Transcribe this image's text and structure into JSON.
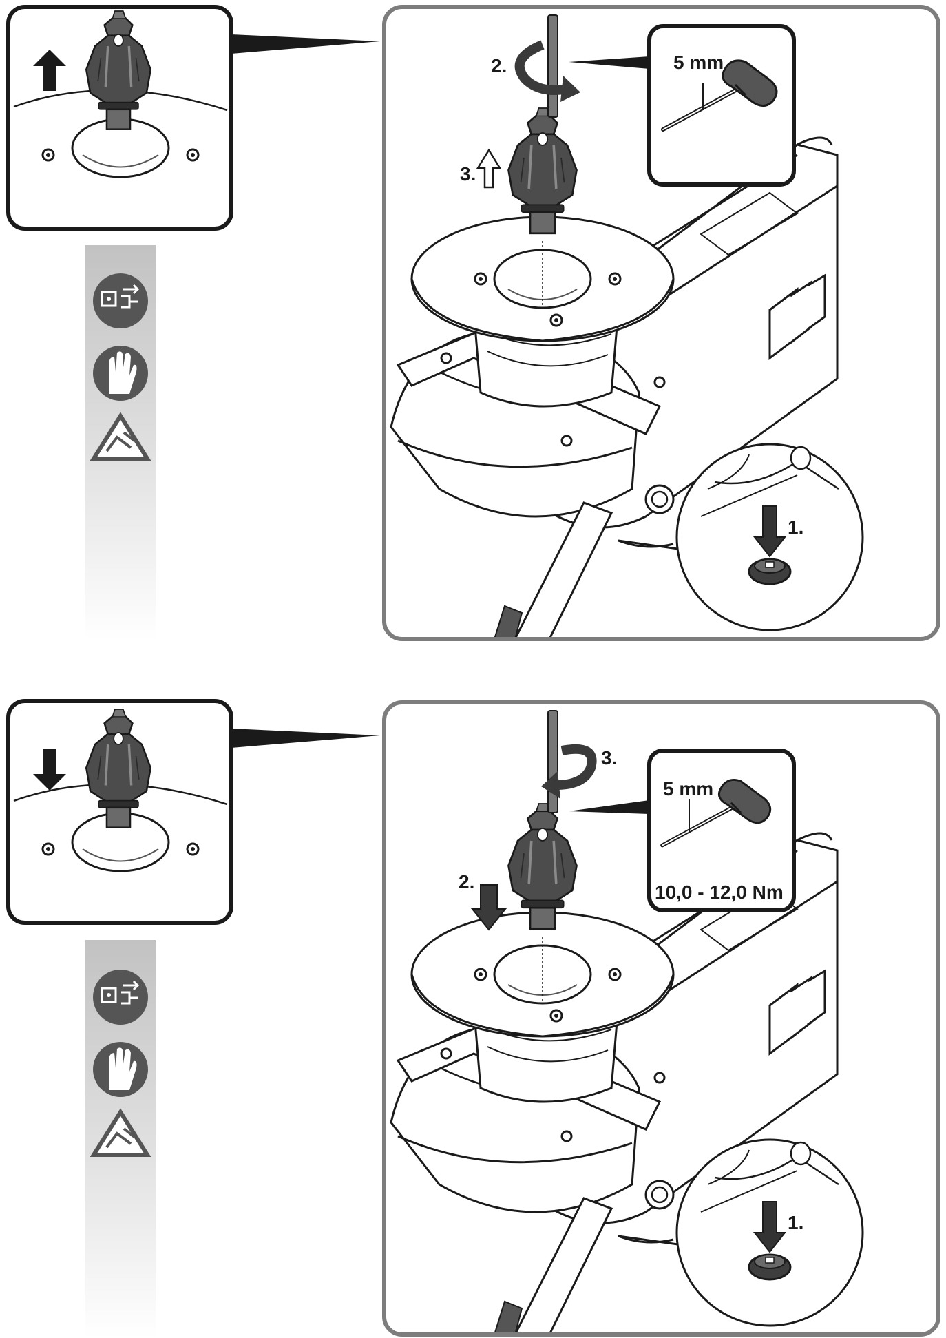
{
  "panels": [
    {
      "id": "removal",
      "direction": "up",
      "steps": {
        "step1": "1.",
        "step2": "2.",
        "step3": "3."
      },
      "tool": {
        "size": "5 mm",
        "torque": ""
      }
    },
    {
      "id": "installation",
      "direction": "down",
      "steps": {
        "step1": "1.",
        "step2": "2.",
        "step3": "3."
      },
      "tool": {
        "size": "5 mm",
        "torque": "10,0 - 12,0 Nm"
      }
    }
  ],
  "icons": [
    "unplug-icon",
    "wear-gloves-icon",
    "sharp-edge-warning-icon"
  ],
  "colors": {
    "frame": "#7d7d7d",
    "ink": "#1a1a1a",
    "part": "#4a4a4a",
    "strip_top": "#c4c4c4",
    "strip_bottom": "#ffffff"
  }
}
